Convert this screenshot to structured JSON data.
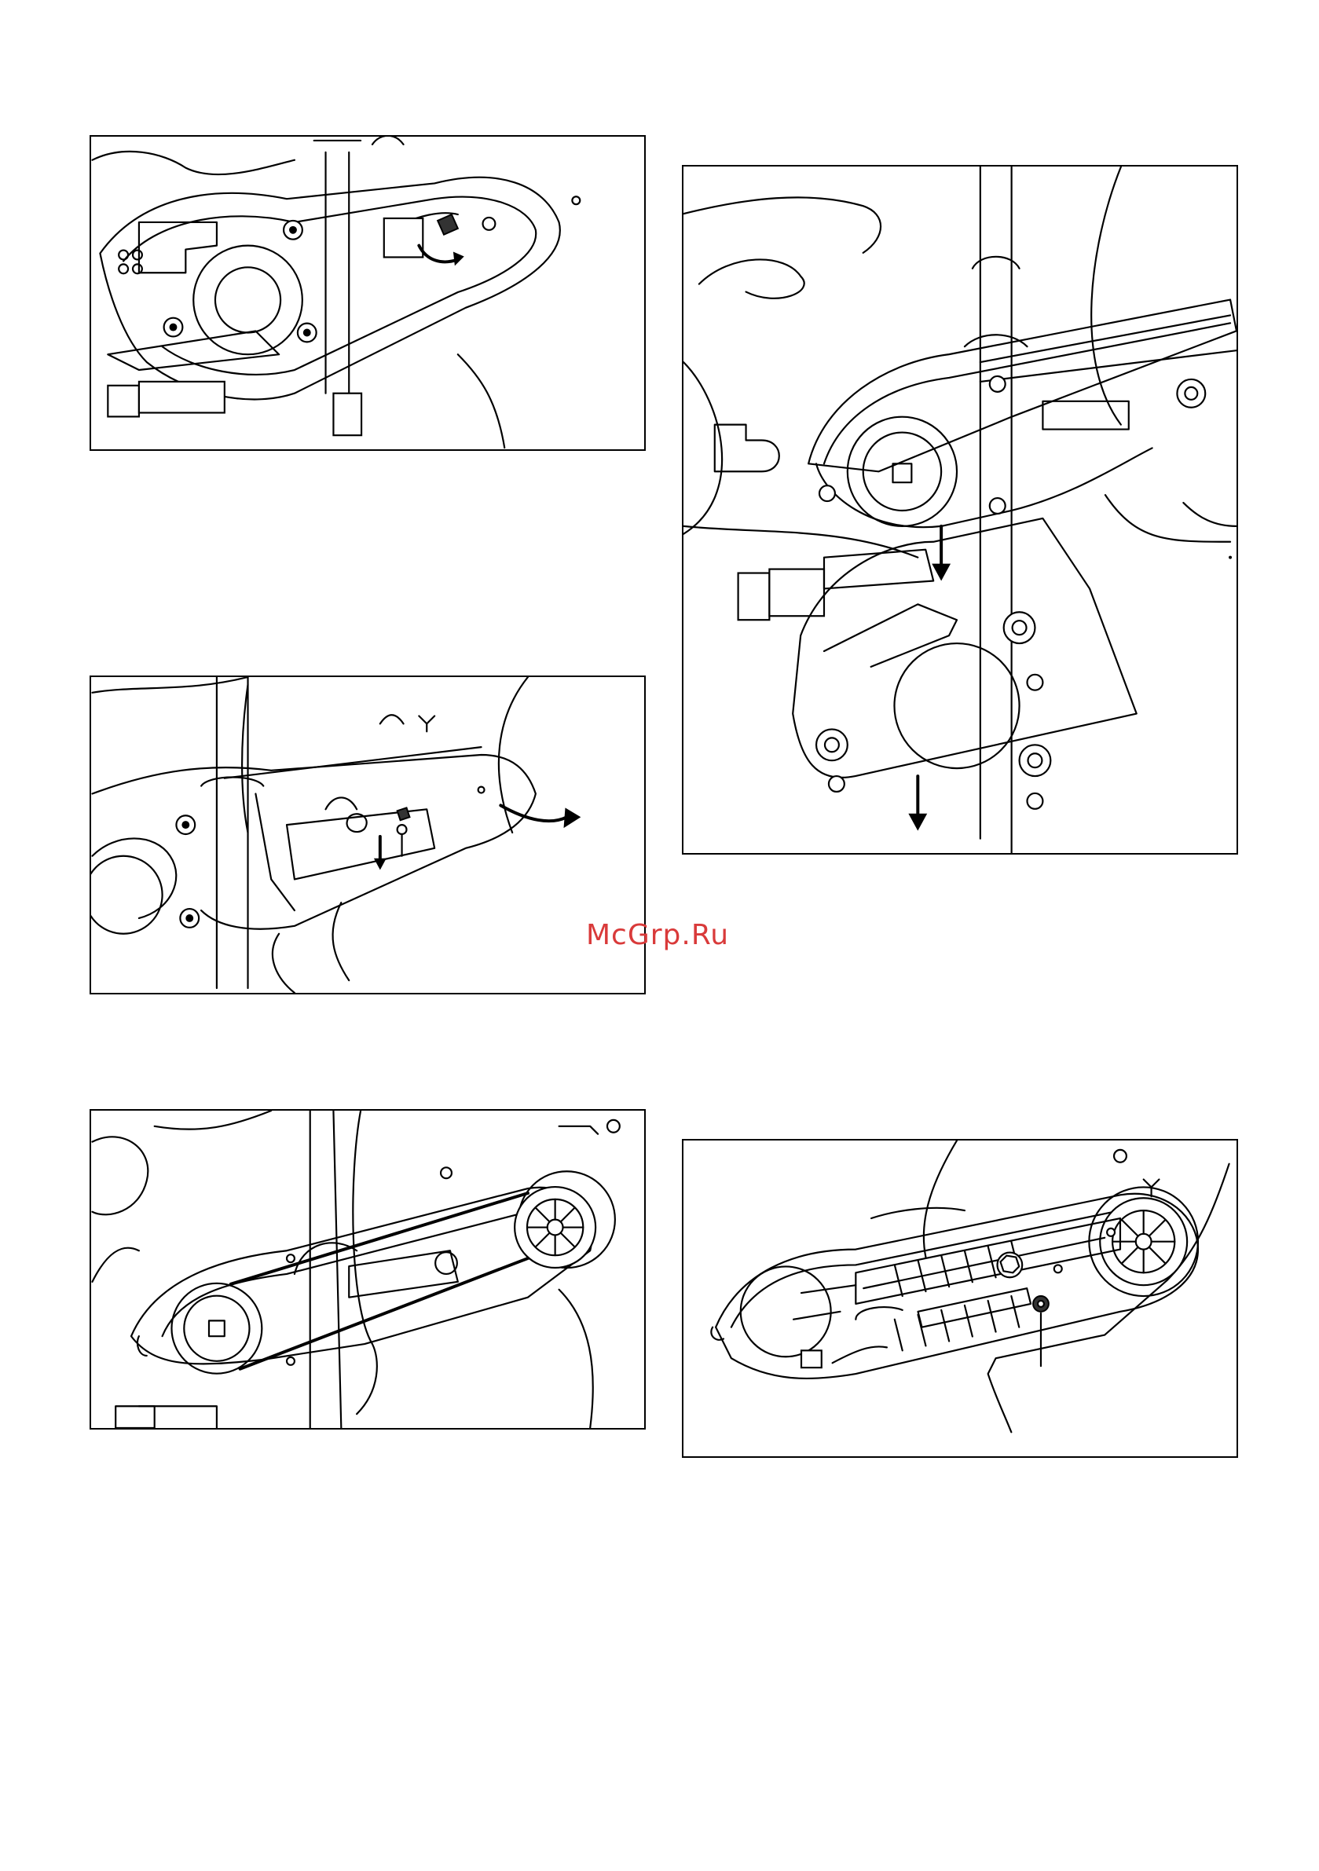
{
  "page": {
    "watermark": "McGrp.Ru"
  },
  "figures": [
    {
      "id": "p1",
      "icons": [
        "belt-cover-icon",
        "nut-icon",
        "rotate-arrow-icon"
      ]
    },
    {
      "id": "p2",
      "icons": [
        "cover-removal-icon",
        "down-arrow-icon"
      ]
    },
    {
      "id": "p3",
      "icons": [
        "belt-cover-icon",
        "screw-icon",
        "lift-arrow-icon"
      ]
    },
    {
      "id": "p4",
      "icons": [
        "drive-belt-icon",
        "pulley-icon"
      ]
    },
    {
      "id": "p5",
      "icons": [
        "belt-guard-icon",
        "pulley-icon",
        "leader-line-icon"
      ]
    }
  ],
  "colors": {
    "line": "#000000",
    "watermark": "#d93a3a"
  }
}
